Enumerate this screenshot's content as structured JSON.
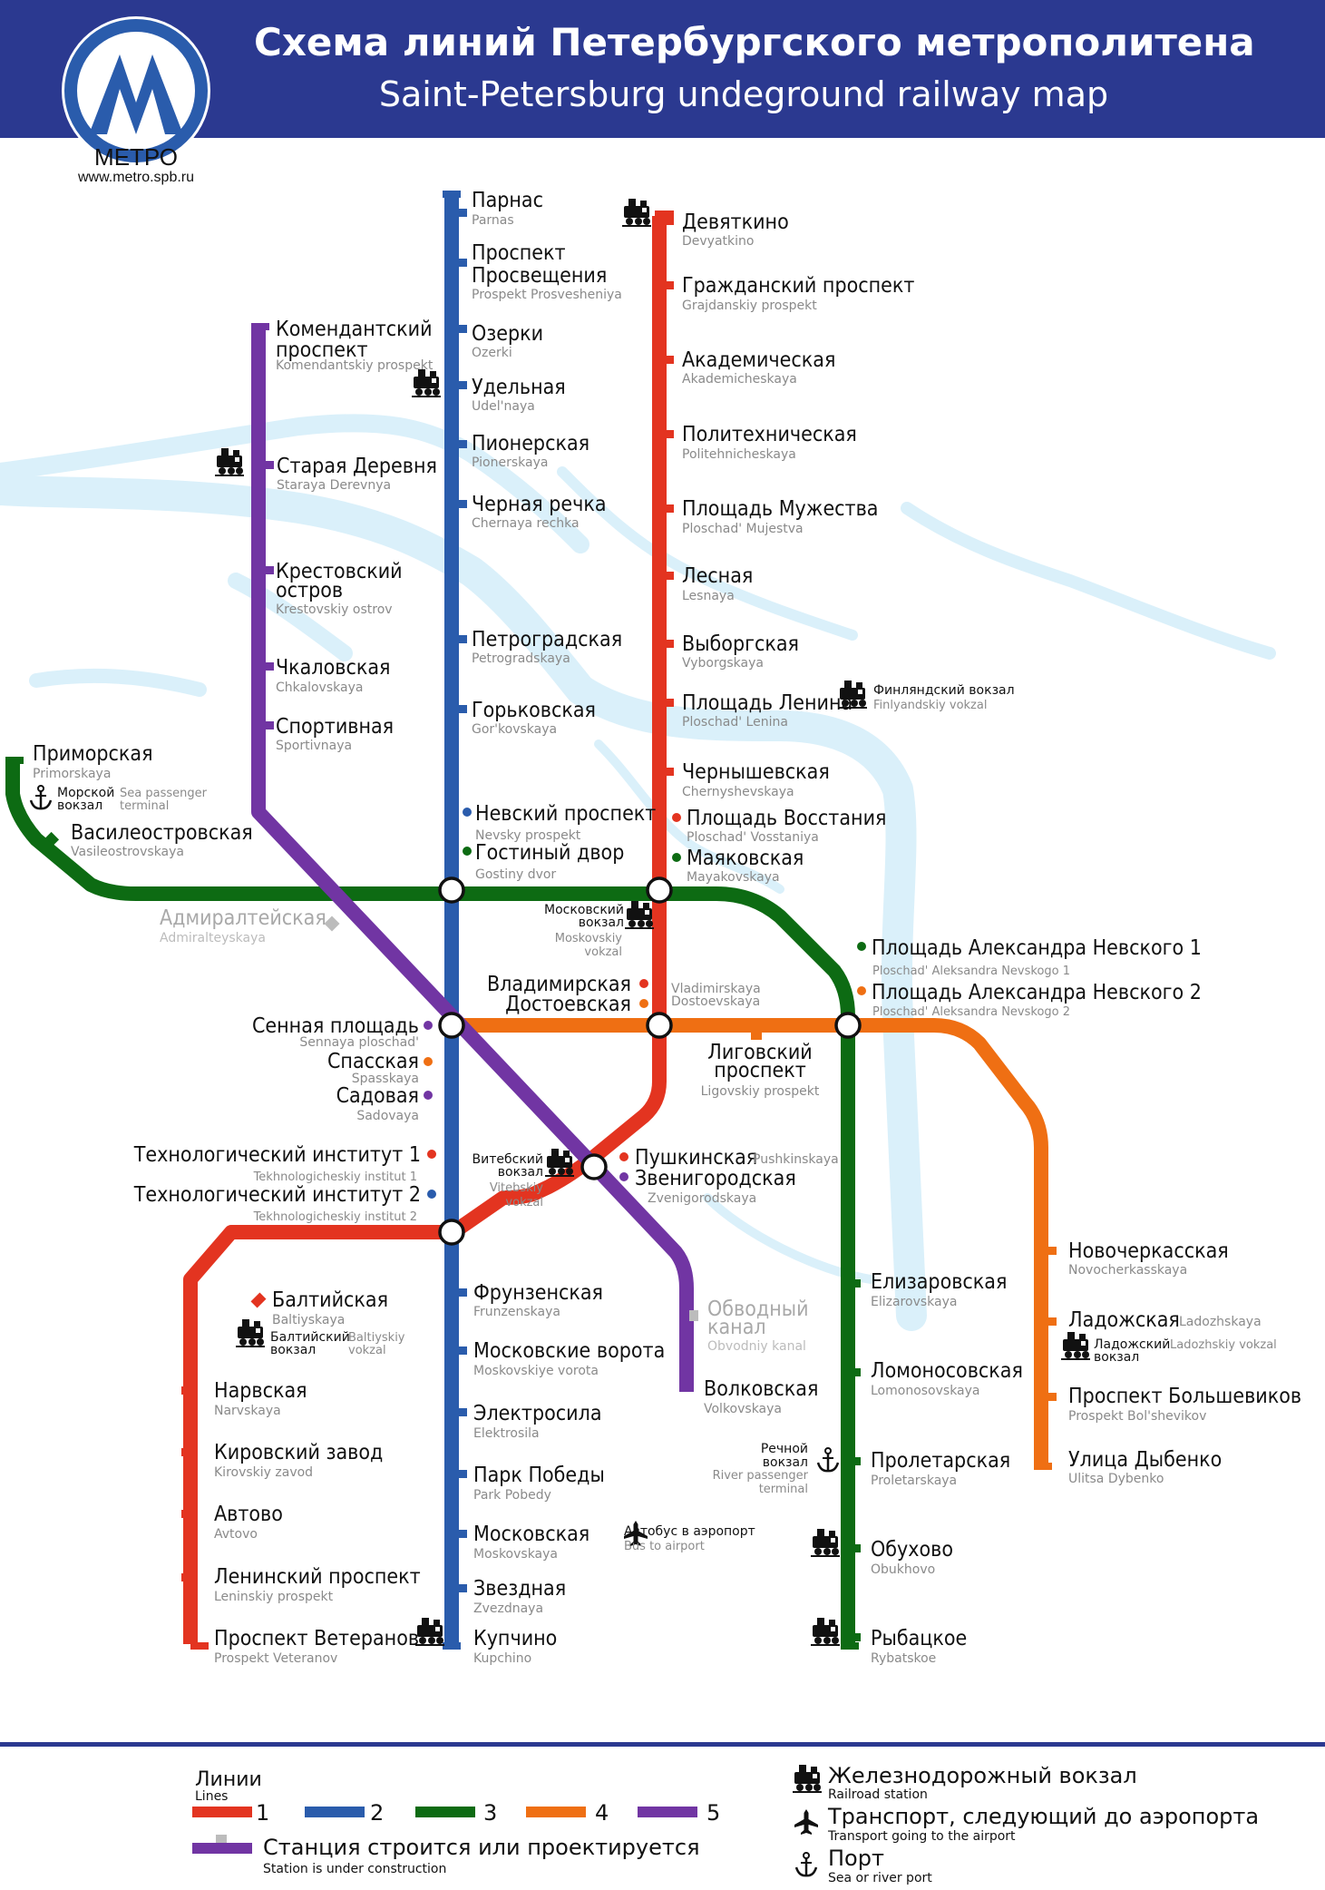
{
  "header": {
    "title_ru": "Схема линий Петербургского метрополитена",
    "title_en": "Saint-Petersburg undeground railway map",
    "logo_text": "МЕТРО",
    "logo_url": "www.metro.spb.ru"
  },
  "colors": {
    "header": "#2b3990",
    "line1": "#e33420",
    "line2": "#2a5cac",
    "line3": "#0d6b13",
    "line4": "#ef6f13",
    "line5": "#7135a3",
    "river": "#daf0fa",
    "planned": "#bcbcbc"
  },
  "stations": {
    "parnas": {
      "ru": "Парнас",
      "en": "Parnas"
    },
    "prosvesheniya": {
      "ru1": "Проспект",
      "ru2": "Просвещения",
      "en": "Prospekt Prosvesheniya"
    },
    "ozerki": {
      "ru": "Озерки",
      "en": "Ozerki"
    },
    "udelnaya": {
      "ru": "Удельная",
      "en": "Udel'naya"
    },
    "pionerskaya": {
      "ru": "Пионерская",
      "en": "Pionerskaya"
    },
    "chernaya": {
      "ru": "Черная речка",
      "en": "Chernaya rechka"
    },
    "petrogradskaya": {
      "ru": "Петроградская",
      "en": "Petrogradskaya"
    },
    "gorkovskaya": {
      "ru": "Горьковская",
      "en": "Gor'kovskaya"
    },
    "nevsky": {
      "ru": "Невский проспект",
      "en": "Nevsky prospekt"
    },
    "gostiny": {
      "ru": "Гостиный двор",
      "en": "Gostiny dvor"
    },
    "devyatkino": {
      "ru": "Девяткино",
      "en": "Devyatkino"
    },
    "grazhdansky": {
      "ru": "Гражданский проспект",
      "en": "Grajdanskiy prospekt"
    },
    "akademicheskaya": {
      "ru": "Академическая",
      "en": "Akademicheskaya"
    },
    "politeh": {
      "ru": "Политехническая",
      "en": "Politehnicheskaya"
    },
    "muzhestva": {
      "ru": "Площадь Мужества",
      "en": "Ploschad' Mujestva"
    },
    "lesnaya": {
      "ru": "Лесная",
      "en": "Lesnaya"
    },
    "vyborgskaya": {
      "ru": "Выборгская",
      "en": "Vyborgskaya"
    },
    "lenina": {
      "ru": "Площадь Ленина",
      "en": "Ploschad' Lenina"
    },
    "chernyshevskaya": {
      "ru": "Чернышевская",
      "en": "Chernyshevskaya"
    },
    "vosstaniya": {
      "ru": "Площадь Восстания",
      "en": "Ploschad' Vosstaniya"
    },
    "mayakovskaya": {
      "ru": "Маяковская",
      "en": "Mayakovskaya"
    },
    "komendantsky": {
      "ru1": "Комендантский",
      "ru2": "проспект",
      "en": "Komendantskiy prospekt"
    },
    "staraya": {
      "ru": "Старая Деревня",
      "en": "Staraya Derevnya"
    },
    "krestovsky": {
      "ru1": "Крестовский",
      "ru2": "остров",
      "en": "Krestovskiy ostrov"
    },
    "chkalovskaya": {
      "ru": "Чкаловская",
      "en": "Chkalovskaya"
    },
    "sportivnaya": {
      "ru": "Спортивная",
      "en": "Sportivnaya"
    },
    "primorskaya": {
      "ru": "Приморская",
      "en": "Primorskaya"
    },
    "vasileostrovskaya": {
      "ru": "Василеостровская",
      "en": "Vasileostrovskaya"
    },
    "admiralteyskaya": {
      "ru": "Адмиралтейская",
      "en": "Admiralteyskaya"
    },
    "vladimirskaya": {
      "ru": "Владимирская",
      "en": "Vladimirskaya"
    },
    "dostoevskaya": {
      "ru": "Достоевская",
      "en": "Dostoevskaya"
    },
    "nevskogo1": {
      "ru": "Площадь Александра Невского 1",
      "en": "Ploschad' Aleksandra Nevskogo 1"
    },
    "nevskogo2": {
      "ru": "Площадь Александра Невского 2",
      "en": "Ploschad' Aleksandra Nevskogo 2"
    },
    "sennaya": {
      "ru": "Сенная площадь",
      "en": "Sennaya ploschad'"
    },
    "spasskaya": {
      "ru": "Спасская",
      "en": "Spasskaya"
    },
    "sadovaya": {
      "ru": "Садовая",
      "en": "Sadovaya"
    },
    "ligovsky": {
      "ru1": "Лиговский",
      "ru2": "проспект",
      "en": "Ligovskiy prospekt"
    },
    "tech1": {
      "ru": "Технологический институт 1",
      "en": "Tekhnologicheskiy institut 1"
    },
    "tech2": {
      "ru": "Технологический институт 2",
      "en": "Tekhnologicheskiy institut 2"
    },
    "pushkinskaya": {
      "ru": "Пушкинская",
      "en": "Pushkinskaya"
    },
    "zvenigorodskaya": {
      "ru": "Звенигородская",
      "en": "Zvenigorodskaya"
    },
    "novocherkasskaya": {
      "ru": "Новочеркасская",
      "en": "Novocherkasskaya"
    },
    "ladozhskaya": {
      "ru": "Ладожская",
      "en": "Ladozhskaya"
    },
    "bolshevikov": {
      "ru": "Проспект Большевиков",
      "en": "Prospekt Bol'shevikov"
    },
    "dybenko": {
      "ru": "Улица Дыбенко",
      "en": "Ulitsa Dybenko"
    },
    "elizarovskaya": {
      "ru": "Елизаровская",
      "en": "Elizarovskaya"
    },
    "lomonosovskaya": {
      "ru": "Ломоносовская",
      "en": "Lomonosovskaya"
    },
    "proletarskaya": {
      "ru": "Пролетарская",
      "en": "Proletarskaya"
    },
    "obukhovo": {
      "ru": "Обухово",
      "en": "Obukhovo"
    },
    "rybatskoe": {
      "ru": "Рыбацкое",
      "en": "Rybatskoe"
    },
    "obvodny": {
      "ru1": "Обводный",
      "ru2": "канал",
      "en": "Obvodniy kanal"
    },
    "volkovskaya": {
      "ru": "Волковская",
      "en": "Volkovskaya"
    },
    "baltiyskaya": {
      "ru": "Балтийская",
      "en": "Baltiyskaya"
    },
    "narvskaya": {
      "ru": "Нарвская",
      "en": "Narvskaya"
    },
    "kirovsky": {
      "ru": "Кировский завод",
      "en": "Kirovskiy zavod"
    },
    "avtovo": {
      "ru": "Автово",
      "en": "Avtovo"
    },
    "leninsky": {
      "ru": "Ленинский проспект",
      "en": "Leninskiy prospekt"
    },
    "veteranov": {
      "ru": "Проспект Ветеранов",
      "en": "Prospekt Veteranov"
    },
    "frunzenskaya": {
      "ru": "Фрунзенская",
      "en": "Frunzenskaya"
    },
    "mosvorota": {
      "ru": "Московские ворота",
      "en": "Moskovskiye vorota"
    },
    "elektrosila": {
      "ru": "Электросила",
      "en": "Elektrosila"
    },
    "parkpobedy": {
      "ru": "Парк Победы",
      "en": "Park Pobedy"
    },
    "moskovskaya": {
      "ru": "Московская",
      "en": "Moskovskaya"
    },
    "zvezdnaya": {
      "ru": "Звездная",
      "en": "Zvezdnaya"
    },
    "kupchino": {
      "ru": "Купчино",
      "en": "Kupchino"
    }
  },
  "notes": {
    "finland_station": {
      "ru": "Финляндский вокзал",
      "en": "Finlyandskiy vokzal"
    },
    "moscow_station": {
      "ru1": "Московский",
      "ru2": "вокзал",
      "en1": "Moskovskiy",
      "en2": "vokzal"
    },
    "vitebsk_station": {
      "ru1": "Витебский",
      "ru2": "вокзал",
      "en1": "Vitebskiy",
      "en2": "vokzal"
    },
    "baltic_station": {
      "ru1": "Балтийский",
      "ru2": "вокзал",
      "en1": "Baltiyskiy",
      "en2": "vokzal"
    },
    "ladoga_station": {
      "ru1": "Ладожский",
      "ru2": "вокзал",
      "en": "Ladozhskiy vokzal"
    },
    "sea_terminal": {
      "ru1": "Морской",
      "ru2": "вокзал",
      "en1": "Sea passenger",
      "en2": "terminal"
    },
    "river_terminal": {
      "ru1": "Речной",
      "ru2": "вокзал",
      "en1": "River passenger",
      "en2": "terminal"
    },
    "airport_bus": {
      "ru": "Автобус в аэропорт",
      "en": "Bus to airport"
    }
  },
  "legend": {
    "lines_ru": "Линии",
    "lines_en": "Lines",
    "line_numbers": [
      "1",
      "2",
      "3",
      "4",
      "5"
    ],
    "construction_ru": "Станция строится или проектируется",
    "construction_en": "Station is under construction",
    "railroad_ru": "Железнодорожный вокзал",
    "railroad_en": "Railroad station",
    "airport_ru": "Транспорт, следующий до аэропорта",
    "airport_en": "Transport going to the airport",
    "port_ru": "Порт",
    "port_en": "Sea or river port"
  },
  "icons": [
    "metro-logo-icon",
    "train-icon",
    "anchor-icon",
    "airplane-icon"
  ]
}
